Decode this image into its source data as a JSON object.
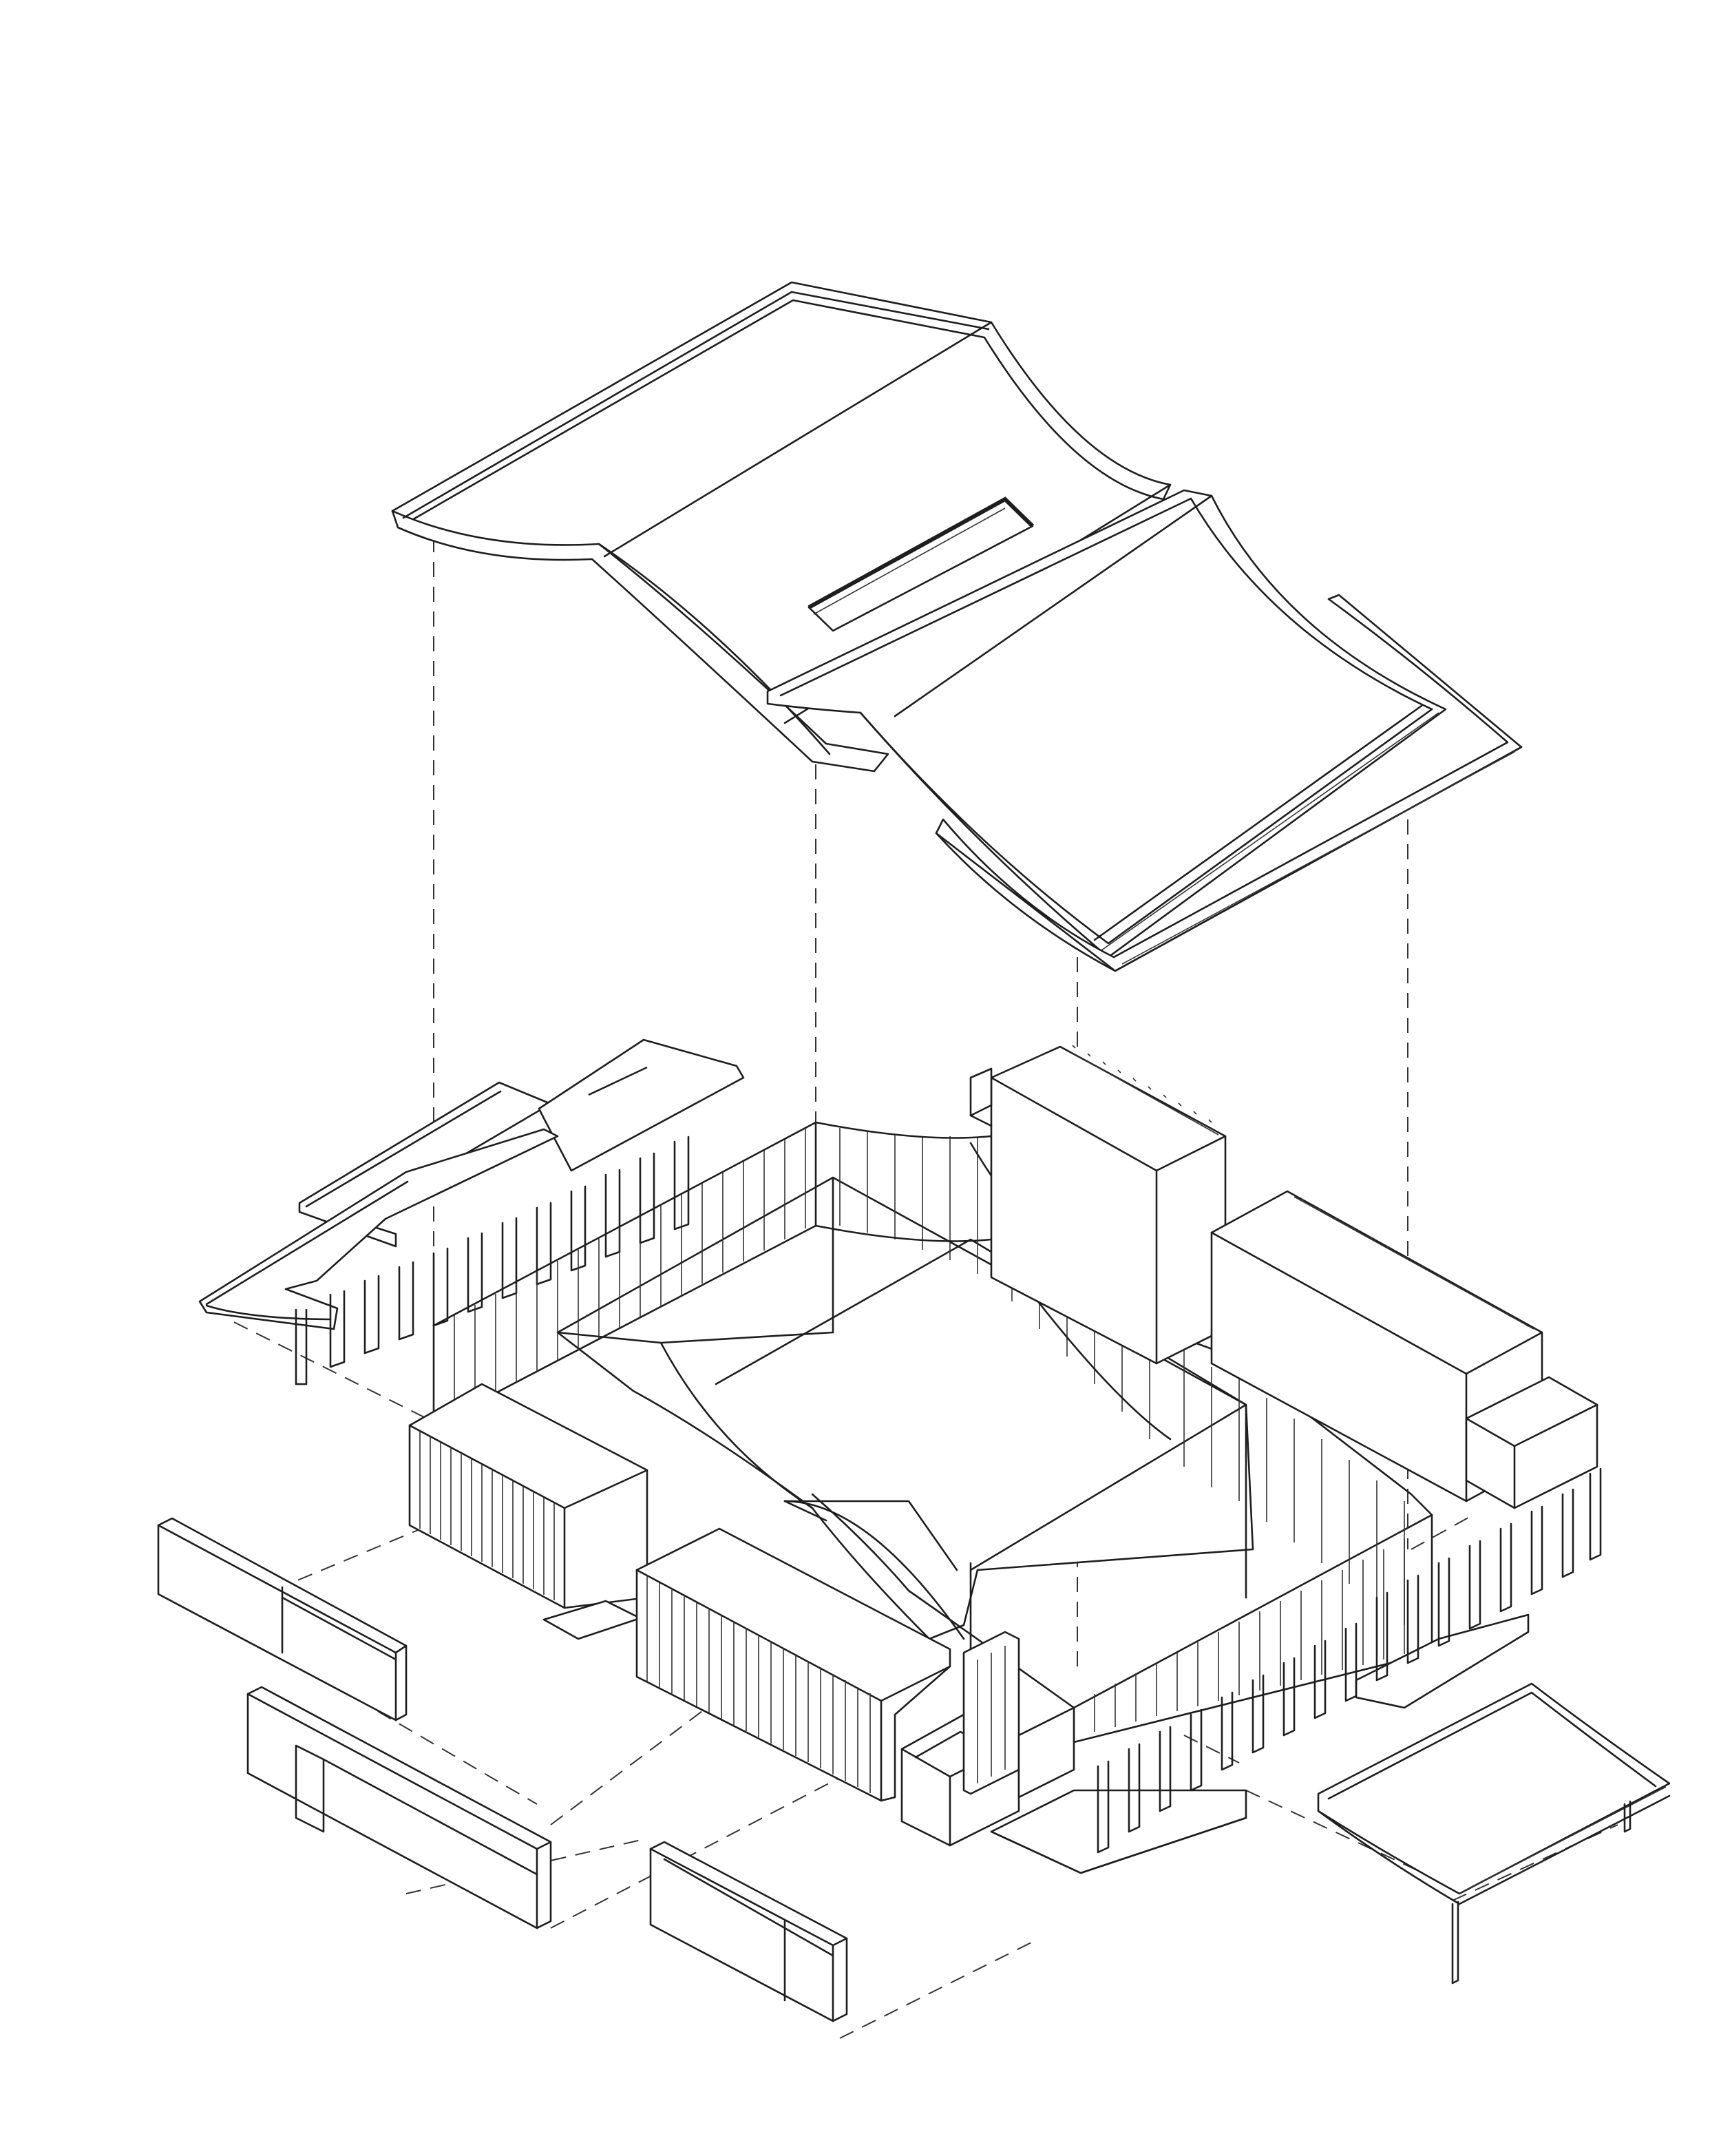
{
  "colors": {
    "background": "#ffffff",
    "line": "#1e1e1e",
    "projection_line": "#333333"
  },
  "drawing": {
    "type": "exploded-axonometric",
    "components": [
      "upper-roof",
      "lower-roof",
      "roof-skylight",
      "rear-corridor-roof",
      "rear-column-row",
      "main-hall-volume",
      "perimeter-fin-screen",
      "east-annex-block",
      "east-service-block",
      "front-left-block",
      "front-center-block",
      "front-right-step-block",
      "front-column-row",
      "right-column-row",
      "base-plinth",
      "canopy-roof",
      "wall-segment-west",
      "wall-segment-southwest",
      "wall-segment-south"
    ]
  }
}
